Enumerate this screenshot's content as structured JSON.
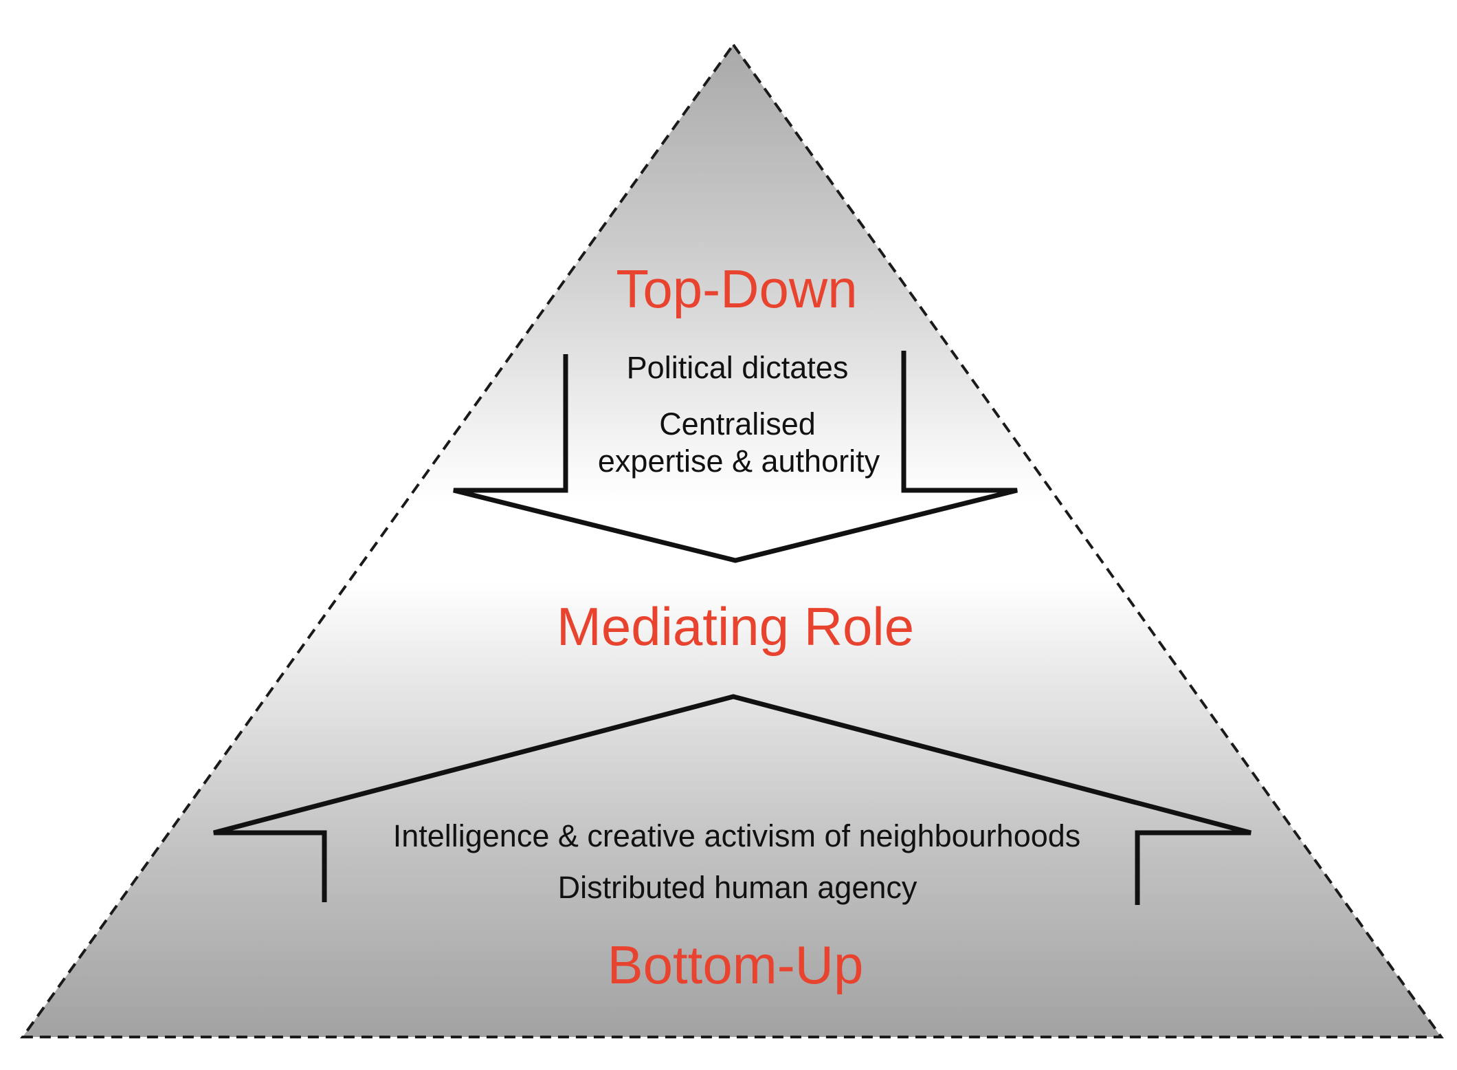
{
  "diagram": {
    "top": {
      "title": "Top-Down",
      "line1": "Political dictates",
      "line2": "Centralised",
      "line3": "expertise & authority"
    },
    "middle": {
      "title": "Mediating Role"
    },
    "bottom": {
      "line1": "Intelligence & creative activism of neighbourhoods",
      "line2": "Distributed human agency",
      "title": "Bottom-Up"
    }
  },
  "colors": {
    "heading": "#e8432e",
    "text": "#111111",
    "outline": "#1a1a1a",
    "shade": "#a6a6a6"
  }
}
